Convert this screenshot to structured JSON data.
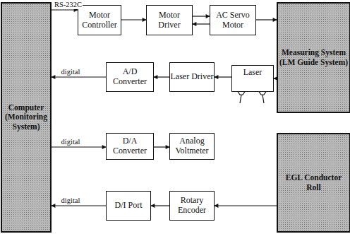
{
  "diagram": {
    "nodes": [
      {
        "text": [
          "Computer (Monitoring System)"
        ]
      },
      {
        "text": [
          "Motor Controller"
        ]
      },
      {
        "text": [
          "Motor Driver"
        ]
      },
      {
        "text": [
          "AC Servo Motor"
        ]
      },
      {
        "text": [
          "Measuring System (LM Guide System)"
        ]
      },
      {
        "text": [
          "A/D Converter"
        ]
      },
      {
        "text": [
          "Laser Driver"
        ]
      },
      {
        "text": [
          "Laser"
        ]
      },
      {
        "text": [
          "D/A Converter"
        ]
      },
      {
        "text": [
          "Analog Voltmeter"
        ]
      },
      {
        "text": [
          "EGL Conductor Roll"
        ]
      },
      {
        "text": [
          "D/I Port"
        ]
      },
      {
        "text": [
          "Rotary Encoder"
        ]
      }
    ],
    "edges": [
      {
        "from": 0,
        "to": 1,
        "arrow": "to",
        "label": "RS-232C"
      },
      {
        "from": 1,
        "to": 2,
        "arrow": "to"
      },
      {
        "from": 2,
        "to": 3,
        "arrow": "to"
      },
      {
        "from": 3,
        "to": 2,
        "arrow": "to"
      },
      {
        "from": 3,
        "to": 4,
        "arrow": "to"
      },
      {
        "from": 4,
        "to": 7,
        "arrow": "to"
      },
      {
        "from": 7,
        "to": 6,
        "arrow": "to"
      },
      {
        "from": 6,
        "to": 5,
        "arrow": "to"
      },
      {
        "from": 5,
        "to": 0,
        "arrow": "to",
        "label": "digital"
      },
      {
        "from": 0,
        "to": 8,
        "arrow": "to",
        "label": "digital"
      },
      {
        "from": 8,
        "to": 9,
        "arrow": "to"
      },
      {
        "from": 10,
        "to": 12,
        "arrow": "to"
      },
      {
        "from": 12,
        "to": 11,
        "arrow": "to"
      },
      {
        "from": 11,
        "to": 0,
        "arrow": "to",
        "label": "digital"
      }
    ]
  }
}
